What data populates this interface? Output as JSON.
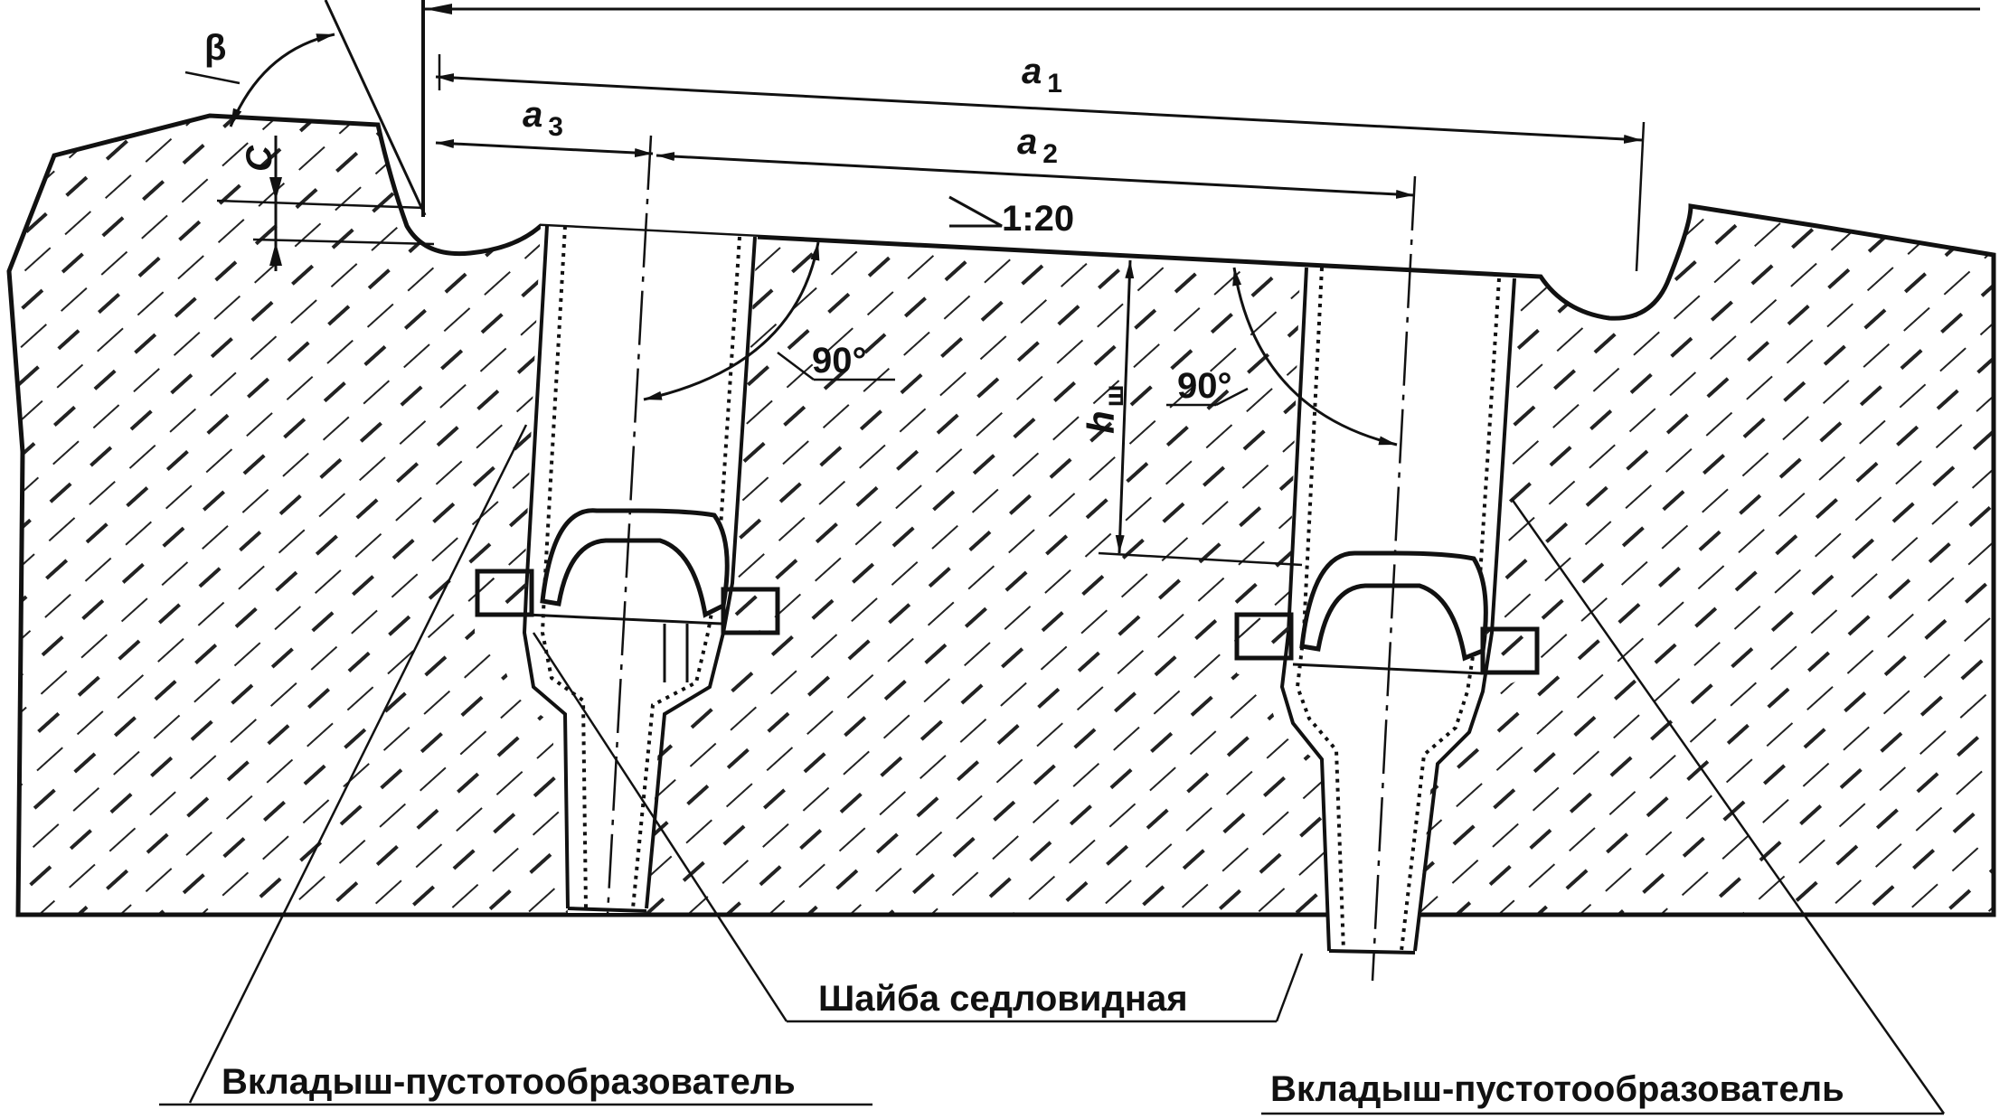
{
  "labels": {
    "beta": "β",
    "c": "C",
    "a1": "a",
    "a1_sub": "1",
    "a2": "a",
    "a2_sub": "2",
    "a3": "a",
    "a3_sub": "3",
    "slope": "1:20",
    "angle_left": "90°",
    "angle_right": "90°",
    "h": "h",
    "h_sub": "ш",
    "washer": "Шайба седловидная",
    "insert_left": "Вкладыш-пустотообразователь",
    "insert_right": "Вкладыш-пустотообразователь"
  }
}
